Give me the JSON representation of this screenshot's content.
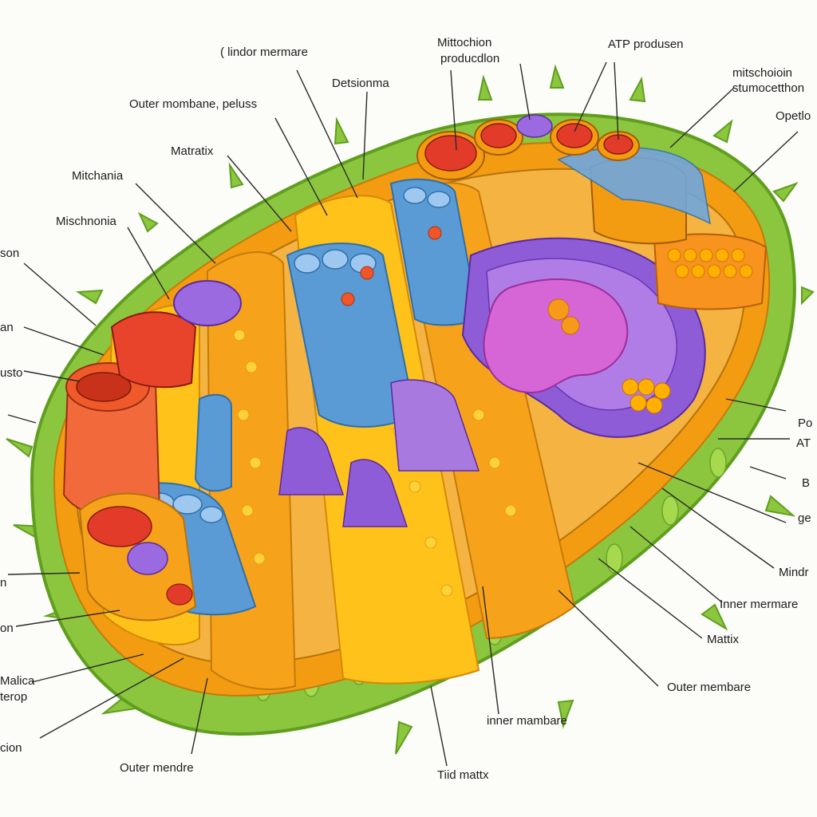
{
  "labels": {
    "l_inner_top": "( lindor mermare",
    "l_mito_prod_1": "Mittochion",
    "l_mito_prod_2": "producdlon",
    "l_atp_top": "ATP produsen",
    "l_mitsch_1": "mitschoioin",
    "l_mitsch_2": "stumocetthon",
    "l_opetlo": "Opetlo",
    "l_detsion": "Detsionma",
    "l_outer_plus": "Outer mombane, peluss",
    "l_matratix": "Matratix",
    "l_mitchania": "Mitchania",
    "l_mischnonia": "Mischnonia",
    "l_son": "son",
    "l_an": "an",
    "l_usto": "usto",
    "l_n": "n",
    "l_on": "on",
    "l_malica_1": "Malica",
    "l_malica_2": "terop",
    "l_cion": "cion",
    "l_outer_mendre": "Outer mendre",
    "l_tiid": "Tiid mattx",
    "l_inner_bottom": "inner mambare",
    "l_outer_right": "Outer membare",
    "l_mattix": "Mattix",
    "l_inner_right": "Inner mermare",
    "l_mindr": "Mindr",
    "l_ge": "ge",
    "l_b": "B",
    "l_po": "Po",
    "l_at": "AT"
  },
  "colors": {
    "outer_membrane": "#8cc63f",
    "outer_membrane_dark": "#5f9e1e",
    "intermembrane": "#f39c12",
    "cristae_orange": "#f7a21b",
    "cristae_yellow": "#ffc21a",
    "blue_tube": "#5b9bd5",
    "purple_fold": "#8e5cd6",
    "magenta_core": "#d665d6",
    "red_granule": "#e23b2a",
    "label_text": "#1c1c1c"
  }
}
